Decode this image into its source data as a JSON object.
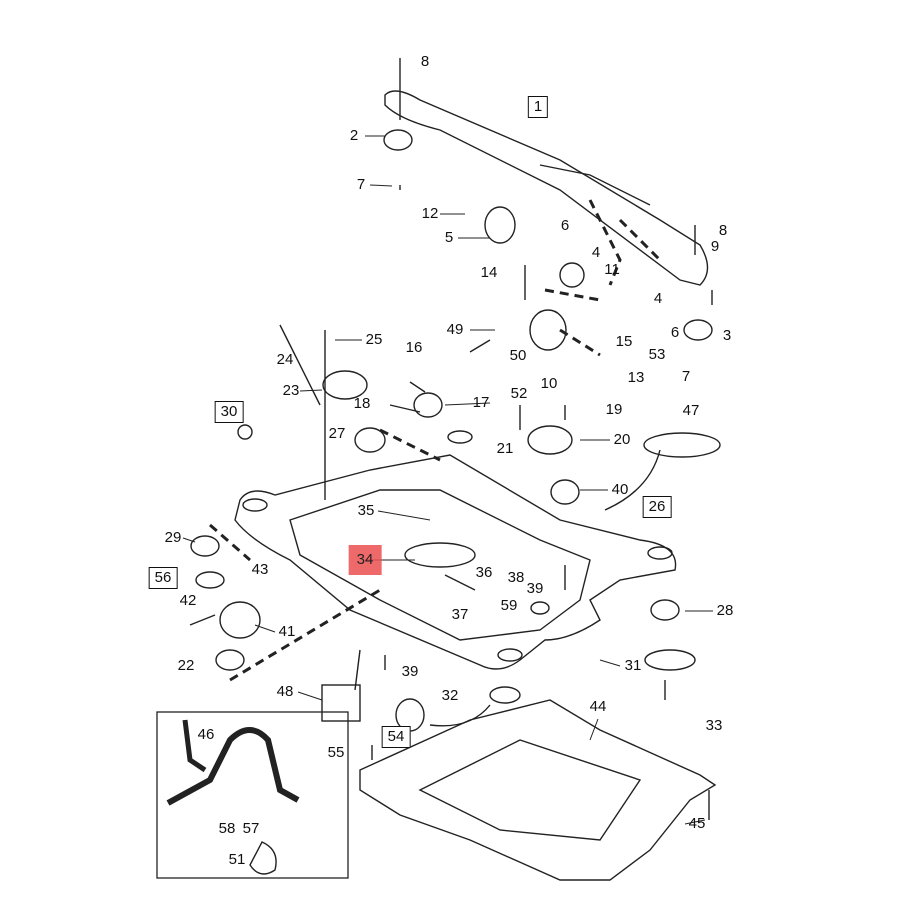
{
  "title": "Front subframe and engine mounting parts diagram",
  "highlight_color": "#eb5050",
  "callouts": [
    {
      "n": "8"
    },
    {
      "n": "1",
      "boxed": true
    },
    {
      "n": "2"
    },
    {
      "n": "7"
    },
    {
      "n": "12"
    },
    {
      "n": "6"
    },
    {
      "n": "8"
    },
    {
      "n": "5"
    },
    {
      "n": "9"
    },
    {
      "n": "4"
    },
    {
      "n": "14"
    },
    {
      "n": "11"
    },
    {
      "n": "4"
    },
    {
      "n": "6"
    },
    {
      "n": "3"
    },
    {
      "n": "49"
    },
    {
      "n": "25"
    },
    {
      "n": "24"
    },
    {
      "n": "16"
    },
    {
      "n": "50"
    },
    {
      "n": "15"
    },
    {
      "n": "53"
    },
    {
      "n": "10"
    },
    {
      "n": "13"
    },
    {
      "n": "7"
    },
    {
      "n": "23"
    },
    {
      "n": "17"
    },
    {
      "n": "18"
    },
    {
      "n": "52"
    },
    {
      "n": "19"
    },
    {
      "n": "47"
    },
    {
      "n": "30",
      "boxed": true
    },
    {
      "n": "27"
    },
    {
      "n": "20"
    },
    {
      "n": "21"
    },
    {
      "n": "40"
    },
    {
      "n": "26",
      "boxed": true
    },
    {
      "n": "29"
    },
    {
      "n": "35"
    },
    {
      "n": "34",
      "highlight": true
    },
    {
      "n": "36"
    },
    {
      "n": "38"
    },
    {
      "n": "39"
    },
    {
      "n": "56",
      "boxed": true
    },
    {
      "n": "43"
    },
    {
      "n": "42"
    },
    {
      "n": "37"
    },
    {
      "n": "59"
    },
    {
      "n": "28"
    },
    {
      "n": "41"
    },
    {
      "n": "31"
    },
    {
      "n": "22"
    },
    {
      "n": "39"
    },
    {
      "n": "48"
    },
    {
      "n": "32"
    },
    {
      "n": "44"
    },
    {
      "n": "54",
      "boxed": true
    },
    {
      "n": "33"
    },
    {
      "n": "46"
    },
    {
      "n": "55"
    },
    {
      "n": "45"
    },
    {
      "n": "58"
    },
    {
      "n": "57"
    },
    {
      "n": "51"
    }
  ]
}
